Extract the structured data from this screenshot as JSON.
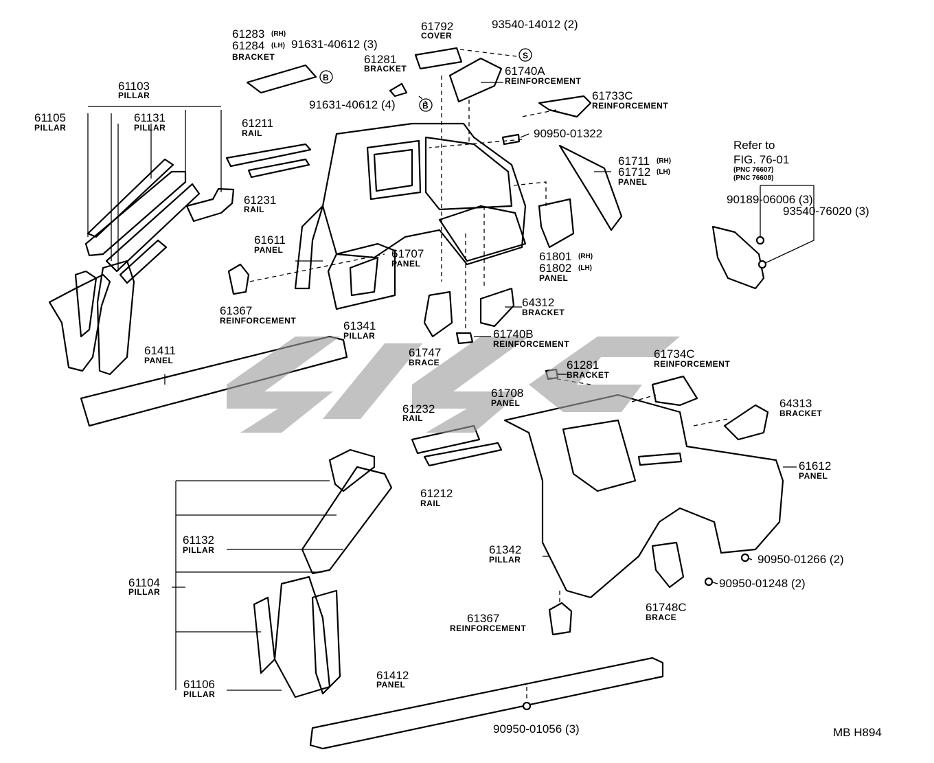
{
  "footer_code": "MB  H894",
  "refer": {
    "line1": "Refer to",
    "line2": "FIG. 76-01",
    "pnc1": "(PNC 76607)",
    "pnc2": "(PNC 76608)"
  },
  "callouts": {
    "c61103": {
      "num": "61103",
      "name": "PILLAR"
    },
    "c61105": {
      "num": "61105",
      "name": "PILLAR"
    },
    "c61131": {
      "num": "61131",
      "name": "PILLAR"
    },
    "c61283": {
      "num": "61283",
      "side": "(RH)"
    },
    "c61284": {
      "num": "61284",
      "side": "(LH)",
      "name": "BRACKET"
    },
    "c91631a": {
      "num": "91631-40612 (3)",
      "symbol": "B"
    },
    "c61792": {
      "num": "61792",
      "name": "COVER"
    },
    "c93540a": {
      "num": "93540-14012 (2)",
      "symbol": "S"
    },
    "c61281a": {
      "num": "61281",
      "name": "BRACKET"
    },
    "c61740a": {
      "num": "61740A",
      "name": "REINFORCEMENT"
    },
    "c91631b": {
      "num": "91631-40612 (4)",
      "symbol": "B"
    },
    "c61733c": {
      "num": "61733C",
      "name": "REINFORCEMENT"
    },
    "c61211": {
      "num": "61211",
      "name": "RAIL"
    },
    "c90950a": {
      "num": "90950-01322"
    },
    "c61711": {
      "num": "61711",
      "side": "(RH)"
    },
    "c61712": {
      "num": "61712",
      "side": "(LH)",
      "name": "PANEL"
    },
    "c61231": {
      "num": "61231",
      "name": "RAIL"
    },
    "c61611": {
      "num": "61611",
      "name": "PANEL"
    },
    "c61707": {
      "num": "61707",
      "name": "PANEL"
    },
    "c61801": {
      "num": "61801",
      "side": "(RH)"
    },
    "c61802": {
      "num": "61802",
      "side": "(LH)",
      "name": "PANEL"
    },
    "c61367a": {
      "num": "61367",
      "name": "REINFORCEMENT"
    },
    "c61341": {
      "num": "61341",
      "name": "PILLAR"
    },
    "c64312": {
      "num": "64312",
      "name": "BRACKET"
    },
    "c61740b": {
      "num": "61740B",
      "name": "REINFORCEMENT"
    },
    "c61411": {
      "num": "61411",
      "name": "PANEL"
    },
    "c61747": {
      "num": "61747",
      "name": "BRACE"
    },
    "c90189": {
      "num": "90189-06006 (3)"
    },
    "c93540b": {
      "num": "93540-76020 (3)"
    },
    "c61734c": {
      "num": "61734C",
      "name": "REINFORCEMENT"
    },
    "c61281b": {
      "num": "61281",
      "name": "BRACKET"
    },
    "c61708": {
      "num": "61708",
      "name": "PANEL"
    },
    "c64313": {
      "num": "64313",
      "name": "BRACKET"
    },
    "c61232": {
      "num": "61232",
      "name": "RAIL"
    },
    "c61612": {
      "num": "61612",
      "name": "PANEL"
    },
    "c61212": {
      "num": "61212",
      "name": "RAIL"
    },
    "c61132": {
      "num": "61132",
      "name": "PILLAR"
    },
    "c61342": {
      "num": "61342",
      "name": "PILLAR"
    },
    "c90950b": {
      "num": "90950-01266 (2)"
    },
    "c61104": {
      "num": "61104",
      "name": "PILLAR"
    },
    "c90950c": {
      "num": "90950-01248 (2)"
    },
    "c61748c": {
      "num": "61748C",
      "name": "BRACE"
    },
    "c61367b": {
      "num": "61367",
      "name": "REINFORCEMENT"
    },
    "c61412": {
      "num": "61412",
      "name": "PANEL"
    },
    "c61106": {
      "num": "61106",
      "name": "PILLAR"
    },
    "c90950d": {
      "num": "90950-01056 (3)"
    }
  }
}
